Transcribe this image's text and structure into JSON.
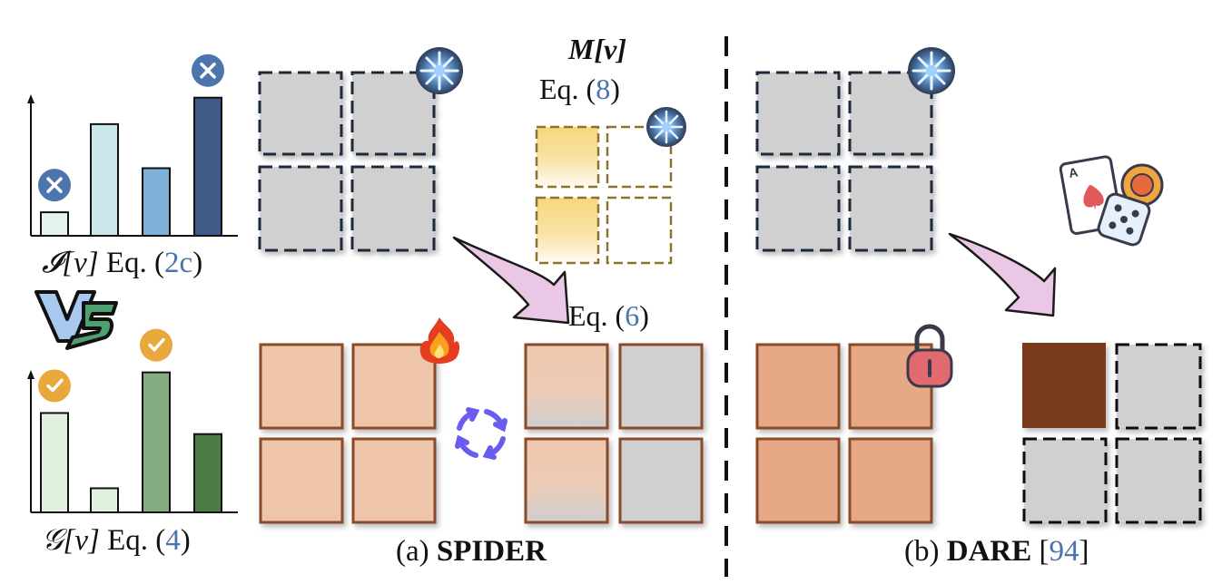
{
  "left_charts": {
    "importance_chart": {
      "label_symbol": "𝓘[v]",
      "label_eq": "Eq. (",
      "label_ref": "2c",
      "label_close": ")",
      "values": [
        0.16,
        0.76,
        0.46,
        0.94
      ],
      "colors": [
        "#e4f2ee",
        "#c9e6e8",
        "#7fb1d8",
        "#3f5a86"
      ],
      "badges": [
        "x",
        "",
        "",
        "x"
      ]
    },
    "vs_label": "VS",
    "generalization_chart": {
      "label_symbol": "𝒢[v]",
      "label_eq": "Eq. (",
      "label_ref": "4",
      "label_close": ")",
      "values": [
        0.66,
        0.16,
        0.93,
        0.52
      ],
      "colors": [
        "#e2f0e0",
        "#e2f0e0",
        "#85ab80",
        "#4c7d44"
      ],
      "badges": [
        "check",
        "",
        "check",
        ""
      ]
    }
  },
  "spider": {
    "mask_label_symbol": "M[v]",
    "mask_label_eq": "Eq. (",
    "mask_label_ref": "8",
    "mask_label_close": ")",
    "arrow_label_eq": "Eq. (",
    "arrow_label_ref": "6",
    "arrow_label_close": ")",
    "caption_prefix": "(a) ",
    "caption_name": "SPIDER"
  },
  "dare": {
    "caption_prefix": "(b) ",
    "caption_name": "DARE",
    "caption_cite_open": "[",
    "caption_cite_ref": "94",
    "caption_cite_close": "]"
  },
  "colors": {
    "frozen_gray": "#d0d0d0",
    "dash_dark": "#1f2c3a",
    "trained_orange": "#efc5aa",
    "trained_border": "#8a4b2c",
    "mask_yellow": "#f6d88a",
    "mask_border": "#8c7332",
    "dare_dark": "#7a3a1a",
    "dare_orange": "#e7a886",
    "arrow_pink": "#ebc7e6",
    "ref_blue": "#4a74ad",
    "cross_badge": "#4c74ad",
    "check_badge": "#e9a83c",
    "swap_purple": "#6b5cf0"
  }
}
